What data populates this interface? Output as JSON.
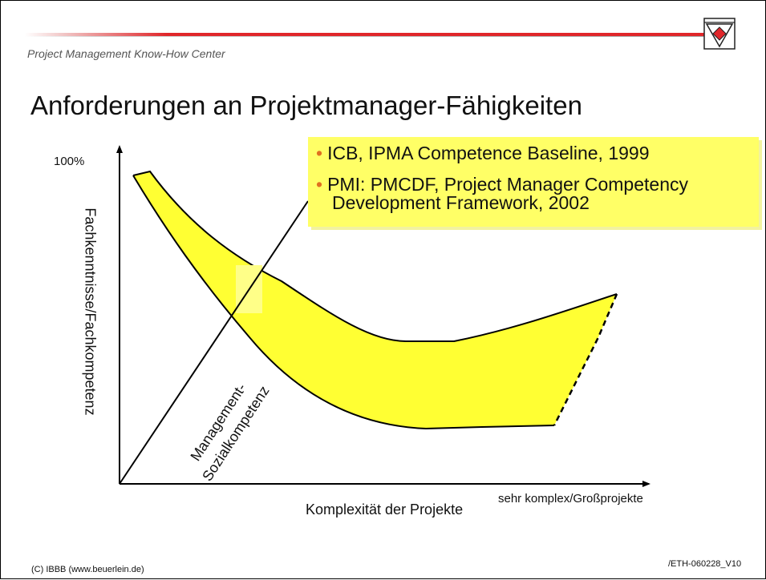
{
  "header": {
    "title": "Project Management Know-How Center",
    "accent_color": "#e0262a",
    "logo_icon": "triangle-diamond-logo"
  },
  "slide": {
    "title": "Anforderungen an Projektmanager-Fähigkeiten"
  },
  "bullets": {
    "items": [
      "ICB, IPMA Competence Baseline, 1999",
      "PMI: PMCDF, Project Manager Competency",
      "Development Framework, 2002"
    ],
    "box_color": "#ffff66",
    "bullet_color": "#e07020"
  },
  "diagram": {
    "y_max_label": "100%",
    "y_axis_label": "Fachkenntnisse/Fachkompetenz",
    "diagonal_axis_label_line1": "Management-",
    "diagonal_axis_label_line2": "Sozialkompetenz",
    "x_axis_label": "Komplexität der Projekte",
    "x_axis_end_label": "sehr komplex/Großprojekte",
    "band_color": "#ffff33"
  },
  "footer": {
    "left": "(C) IBBB (www.beuerlein.de)",
    "right": "/ETH-060228_V10"
  }
}
